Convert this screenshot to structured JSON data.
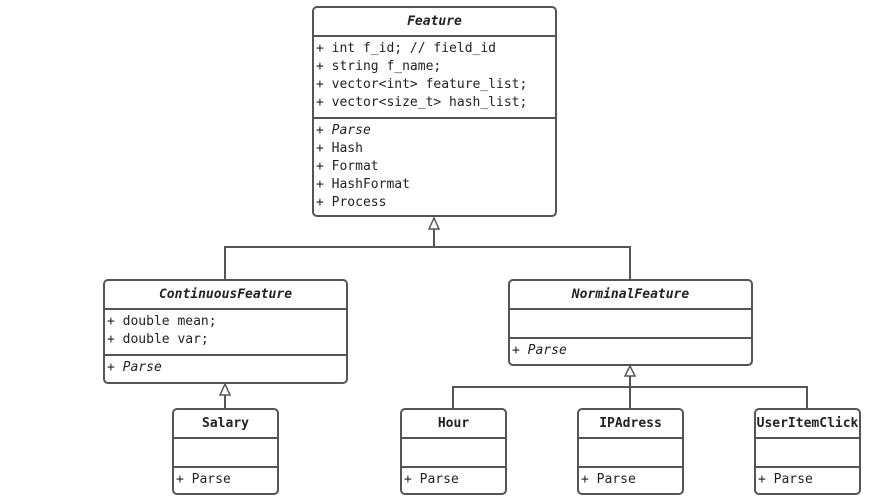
{
  "classes": {
    "feature": {
      "name": "Feature",
      "attributes": [
        "+ int f_id; // field_id",
        "+ string f_name;",
        "+ vector<int> feature_list;",
        "+ vector<size_t> hash_list;"
      ],
      "methods": [
        "+ Parse",
        "+ Hash",
        "+ Format",
        "+ HashFormat",
        "+ Process"
      ]
    },
    "continuous": {
      "name": "ContinuousFeature",
      "attributes": [
        "+ double mean;",
        "+ double var;"
      ],
      "methods": [
        "+ Parse"
      ]
    },
    "norminal": {
      "name": "NorminalFeature",
      "attributes": [],
      "methods": [
        "+ Parse"
      ]
    },
    "salary": {
      "name": "Salary",
      "attributes": [],
      "methods": [
        "+ Parse"
      ]
    },
    "hour": {
      "name": "Hour",
      "attributes": [],
      "methods": [
        "+ Parse"
      ]
    },
    "ipadress": {
      "name": "IPAdress",
      "attributes": [],
      "methods": [
        "+ Parse"
      ]
    },
    "useritemclick": {
      "name": "UserItemClick",
      "attributes": [],
      "methods": [
        "+ Parse"
      ]
    }
  },
  "colors": {
    "stroke": "#555555",
    "text": "#222222",
    "background": "#ffffff"
  }
}
